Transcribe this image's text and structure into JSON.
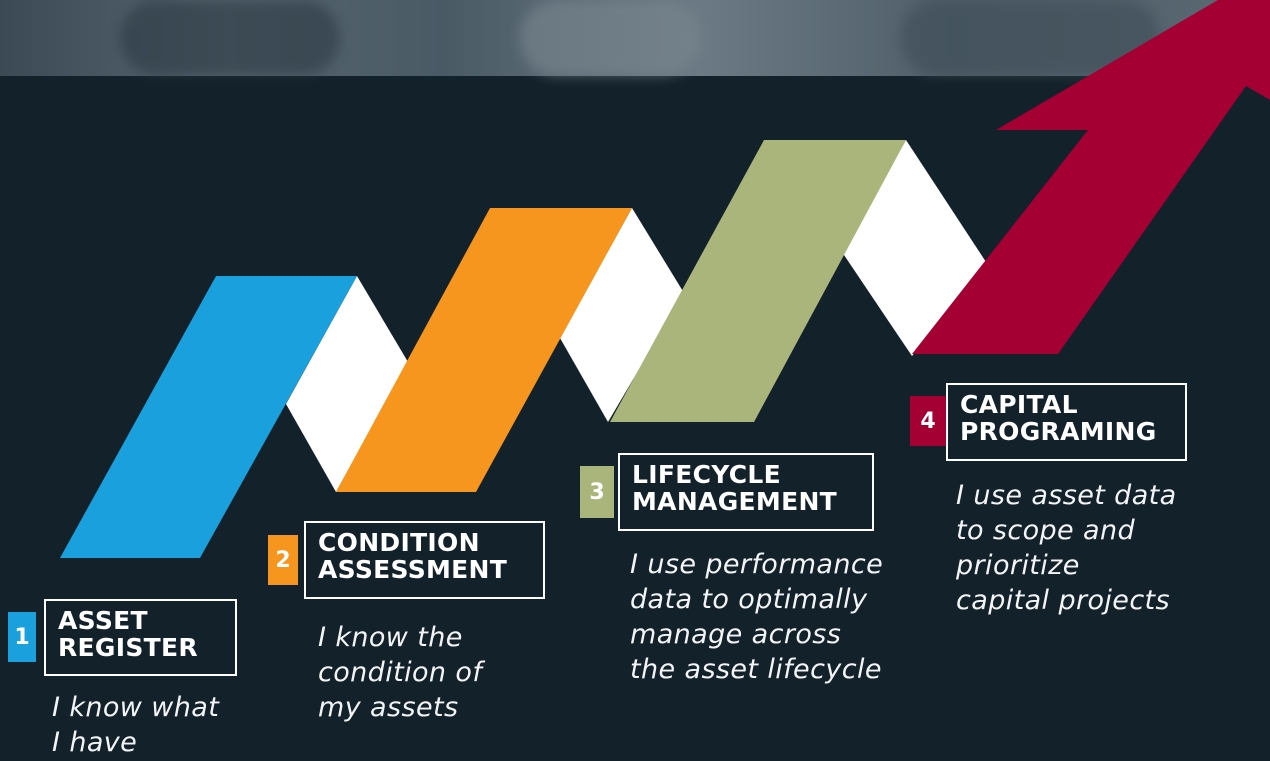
{
  "steps": [
    {
      "number": "1",
      "title_line1": "ASSET",
      "title_line2": "REGISTER",
      "desc_line1": "I know what",
      "desc_line2": "I have",
      "desc_line3": "",
      "desc_line4": "",
      "color": "#1aa0dc"
    },
    {
      "number": "2",
      "title_line1": "CONDITION",
      "title_line2": "ASSESSMENT",
      "desc_line1": "I know the",
      "desc_line2": "condition of",
      "desc_line3": "my assets",
      "desc_line4": "",
      "color": "#f7961e"
    },
    {
      "number": "3",
      "title_line1": "LIFECYCLE",
      "title_line2": "MANAGEMENT",
      "desc_line1": "I use performance",
      "desc_line2": "data to optimally",
      "desc_line3": "manage across",
      "desc_line4": "the asset lifecycle",
      "color": "#aab57c"
    },
    {
      "number": "4",
      "title_line1": "CAPITAL",
      "title_line2": "PROGRAMING",
      "desc_line1": "I use asset data",
      "desc_line2": "to scope and",
      "desc_line3": "prioritize",
      "desc_line4": "capital projects",
      "color": "#a50034"
    }
  ],
  "connector_color": "#ffffff",
  "background_color": "#13212a"
}
